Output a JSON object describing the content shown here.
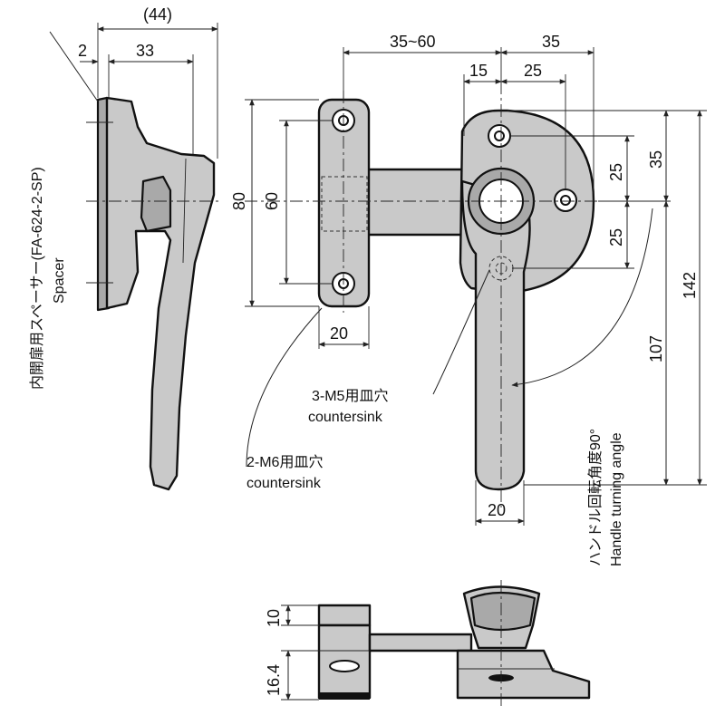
{
  "dimensions": {
    "top_44": "(44)",
    "top_2": "2",
    "top_33": "33",
    "left_80": "80",
    "left_60": "60",
    "bottom_20_left": "20",
    "top_35_60": "35~60",
    "top_35": "35",
    "top_15": "15",
    "top_25": "25",
    "right_25_upper": "25",
    "right_25_lower": "25",
    "right_35": "35",
    "right_142": "142",
    "right_107": "107",
    "bottom_20_right": "20",
    "side_10": "10",
    "side_16_4": "16.4"
  },
  "labels": {
    "spacer_jp": "内開扉用スペーサー(FA-624-2-SP)",
    "spacer_en": "Spacer",
    "m5_jp": "3-M5用皿穴",
    "m5_en": "countersink",
    "m6_jp": "2-M6用皿穴",
    "m6_en": "countersink",
    "turn_jp": "ハンドル回転角度90°",
    "turn_en": "Handle turning angle"
  }
}
